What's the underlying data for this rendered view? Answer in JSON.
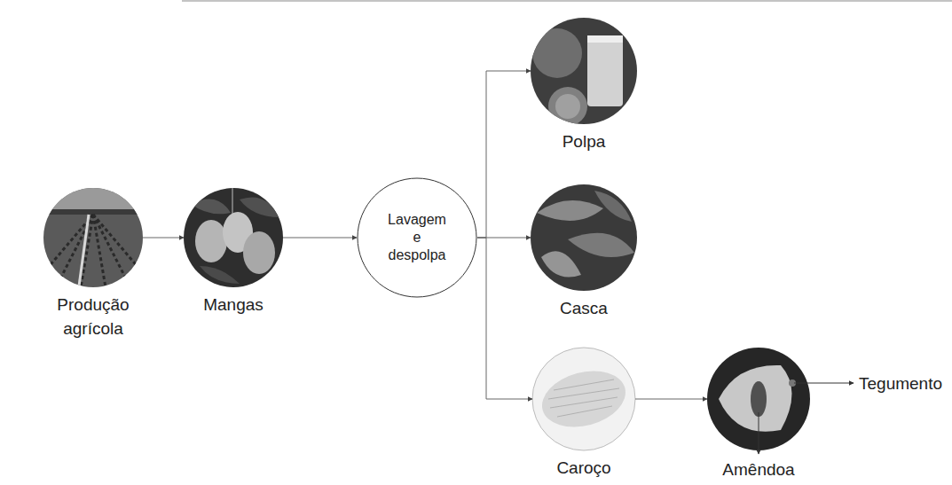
{
  "diagram": {
    "nodes": [
      {
        "text": [
          "Produção agrícola"
        ]
      },
      {
        "text": [
          "Mangas"
        ]
      },
      {
        "text": [
          "Lavagem e despolpa"
        ]
      },
      {
        "text": [
          "Polpa"
        ]
      },
      {
        "text": [
          "Casca"
        ]
      },
      {
        "text": [
          "Caroço"
        ]
      },
      {
        "text": [
          "Amêndoa",
          "Tegumento"
        ]
      }
    ],
    "edges": [
      {
        "from": 0,
        "to": 1,
        "arrow": "to"
      },
      {
        "from": 1,
        "to": 2,
        "arrow": "to"
      },
      {
        "from": 2,
        "to": 3,
        "arrow": "to"
      },
      {
        "from": 2,
        "to": 4,
        "arrow": "to"
      },
      {
        "from": 2,
        "to": 5,
        "arrow": "to"
      },
      {
        "from": 5,
        "to": 6,
        "arrow": "to"
      }
    ]
  }
}
